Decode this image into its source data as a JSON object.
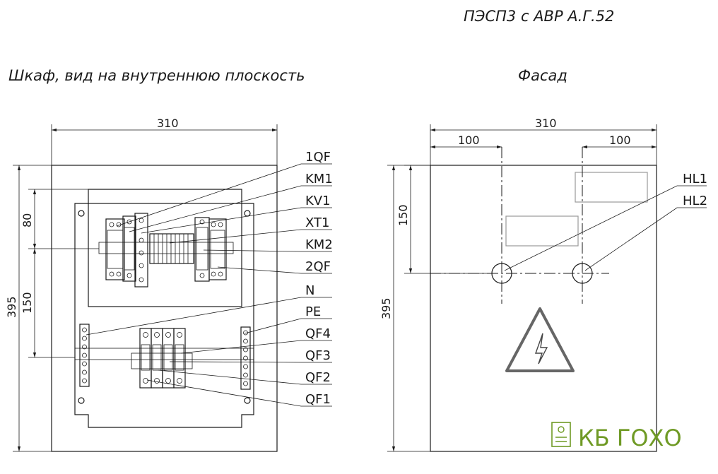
{
  "header": {
    "code": "ПЭСП3 с АВР А.Г.52"
  },
  "left_view": {
    "title": "Шкаф, вид на внутреннюю плоскость",
    "dim_width": "310",
    "dim_height": "395",
    "dim_upper": "80",
    "dim_middle": "150",
    "labels": [
      "1QF",
      "KM1",
      "KV1",
      "XT1",
      "KM2",
      "2QF",
      "N",
      "PE",
      "QF4",
      "QF3",
      "QF2",
      "QF1"
    ]
  },
  "right_view": {
    "title": "Фасад",
    "dim_width": "310",
    "dim_left": "100",
    "dim_right": "100",
    "dim_lamps": "150",
    "dim_height": "395",
    "labels": [
      "HL1",
      "HL2"
    ]
  },
  "logo": {
    "text": "КБ ГОХО",
    "icon": "drawing-sheet-icon",
    "color": "#6f9a25"
  }
}
